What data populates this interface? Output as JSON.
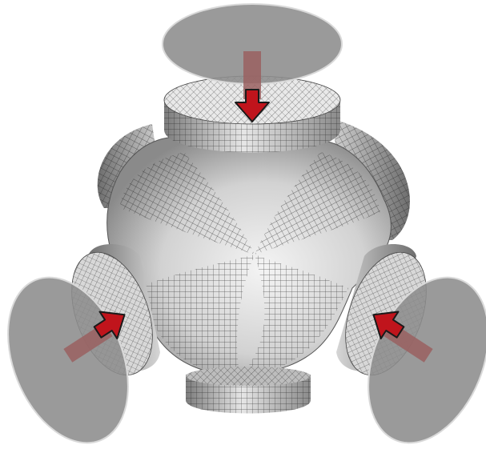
{
  "figure": {
    "subject": "fe-meshed-cubic-specimen",
    "loading": "compression-platens",
    "colors": {
      "background": "#ffffff",
      "mesh_fill_light": "#f2f2f2",
      "mesh_fill_mid": "#c8c8c8",
      "mesh_fill_dark": "#7a7a7a",
      "mesh_line": "#1e1e1e",
      "platen_fill": "#8c8c8c",
      "platen_edge": "#d9d9d9",
      "stem_fill": "#9a6060",
      "arrow_fill": "#c0141c",
      "arrow_edge": "#1a1a1a"
    },
    "platens": [
      {
        "id": "top",
        "icon": "platen-disc"
      },
      {
        "id": "left",
        "icon": "platen-disc"
      },
      {
        "id": "right",
        "icon": "platen-disc"
      }
    ],
    "arrows": [
      {
        "id": "top",
        "icon": "force-arrow-down"
      },
      {
        "id": "left",
        "icon": "force-arrow-right"
      },
      {
        "id": "right",
        "icon": "force-arrow-left"
      }
    ]
  }
}
